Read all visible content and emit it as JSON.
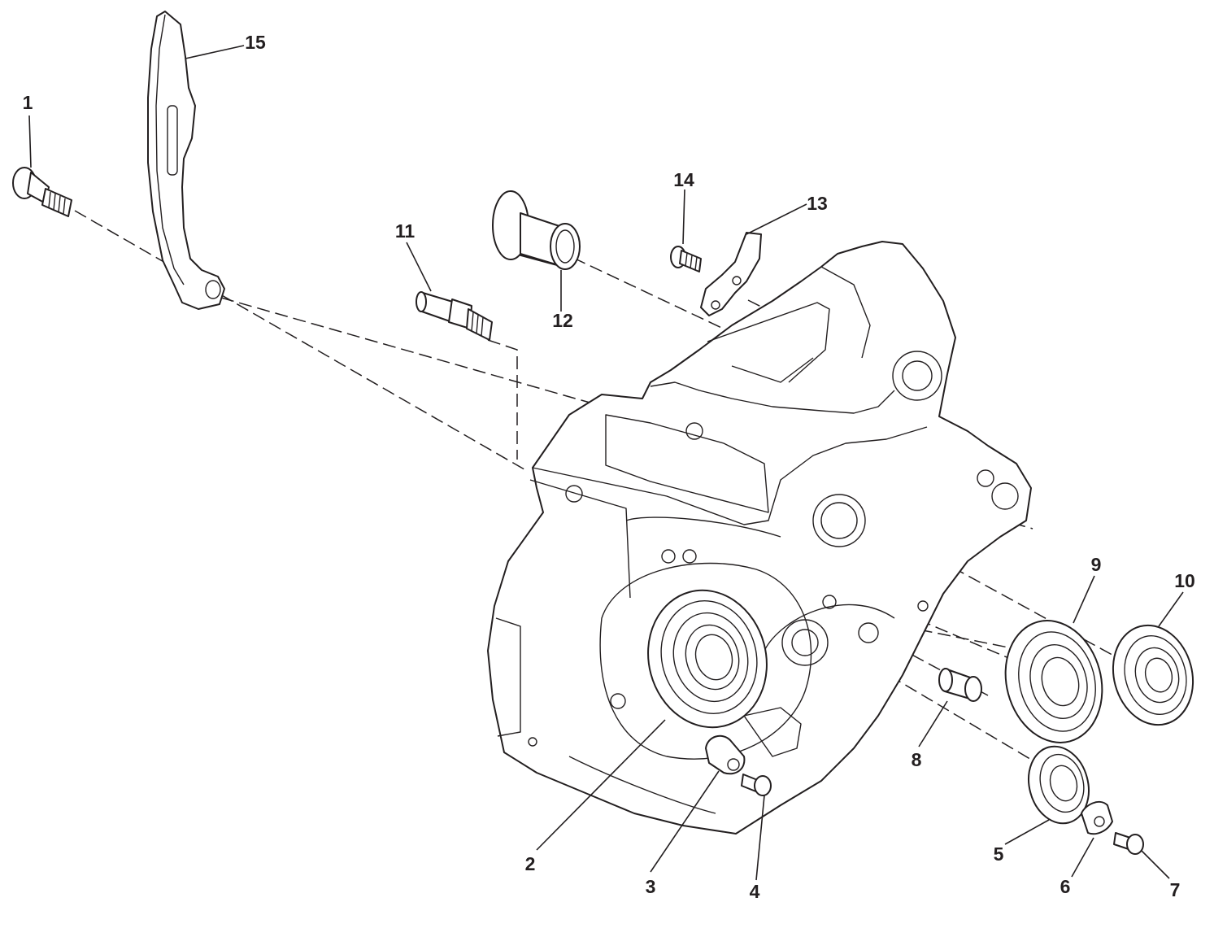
{
  "diagram": {
    "parts": [
      {
        "id": "1",
        "label": "1"
      },
      {
        "id": "2",
        "label": "2"
      },
      {
        "id": "3",
        "label": "3"
      },
      {
        "id": "4",
        "label": "4"
      },
      {
        "id": "5",
        "label": "5"
      },
      {
        "id": "6",
        "label": "6"
      },
      {
        "id": "7",
        "label": "7"
      },
      {
        "id": "8",
        "label": "8"
      },
      {
        "id": "9",
        "label": "9"
      },
      {
        "id": "10",
        "label": "10"
      },
      {
        "id": "11",
        "label": "11"
      },
      {
        "id": "12",
        "label": "12"
      },
      {
        "id": "13",
        "label": "13"
      },
      {
        "id": "14",
        "label": "14"
      },
      {
        "id": "15",
        "label": "15"
      }
    ],
    "colors": {
      "line": "#231f20",
      "background": "#ffffff"
    }
  }
}
